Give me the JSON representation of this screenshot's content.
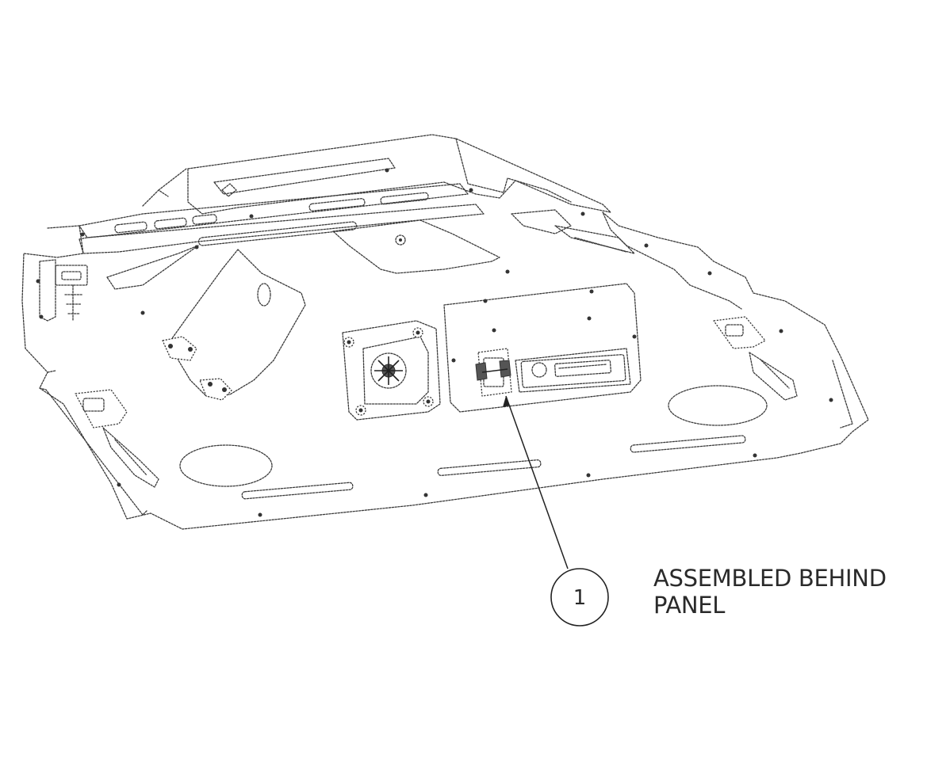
{
  "callout": {
    "number": "1",
    "note_line1": "ASSEMBLED BEHIND",
    "note_line2": "PANEL"
  },
  "colors": {
    "line": "#3a3a3a",
    "background": "#ffffff"
  }
}
